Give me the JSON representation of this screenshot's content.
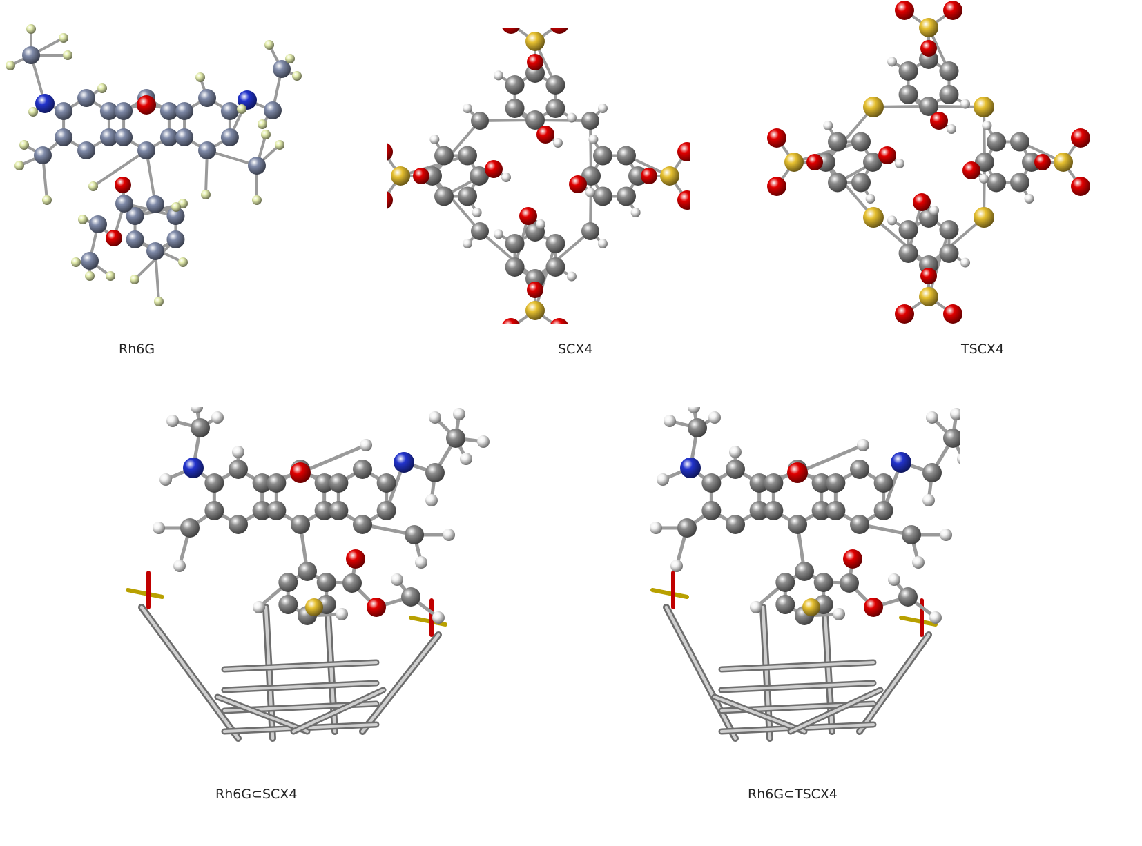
{
  "captions": {
    "rh6g": "Rh6G",
    "scx4": "SCX4",
    "tscx4": "TSCX4",
    "rh6g_scx4": "Rh6G⊂SCX4",
    "rh6g_tscx4": "Rh6G⊂TSCX4"
  },
  "colors": {
    "carbon_rh6g": "#7f8aa8",
    "hydrogen_rh6g": "#e6efb0",
    "carbon": "#8c8c8c",
    "hydrogen": "#f2f2f2",
    "oxygen": "#e00000",
    "nitrogen": "#2233cc",
    "sulfur": "#e6c030",
    "bond": "#9a9a9a"
  }
}
